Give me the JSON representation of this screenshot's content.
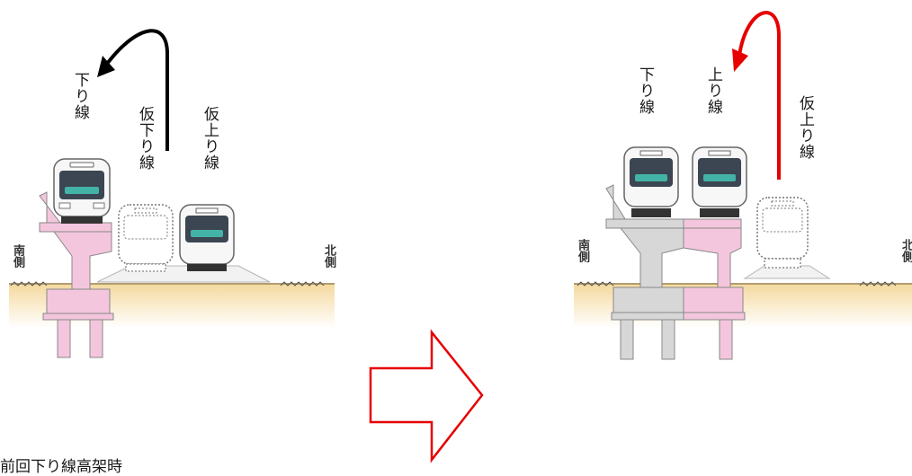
{
  "left_panel": {
    "labels": {
      "down_line": "下り線",
      "temp_down_line": "仮下り線",
      "temp_up_line": "仮上り線",
      "south_side": "南側",
      "north_side": "北側"
    }
  },
  "right_panel": {
    "labels": {
      "down_line": "下り線",
      "up_line": "上り線",
      "temp_up_line": "仮上り線",
      "south_side": "南側",
      "north_side": "北側"
    }
  },
  "caption": "前回下り線高架時",
  "colors": {
    "pink": "#f4c6dd",
    "gray": "#d7d7d7",
    "ground": "#f9e6b4",
    "arrow_black": "#000000",
    "arrow_red": "#e60000"
  }
}
